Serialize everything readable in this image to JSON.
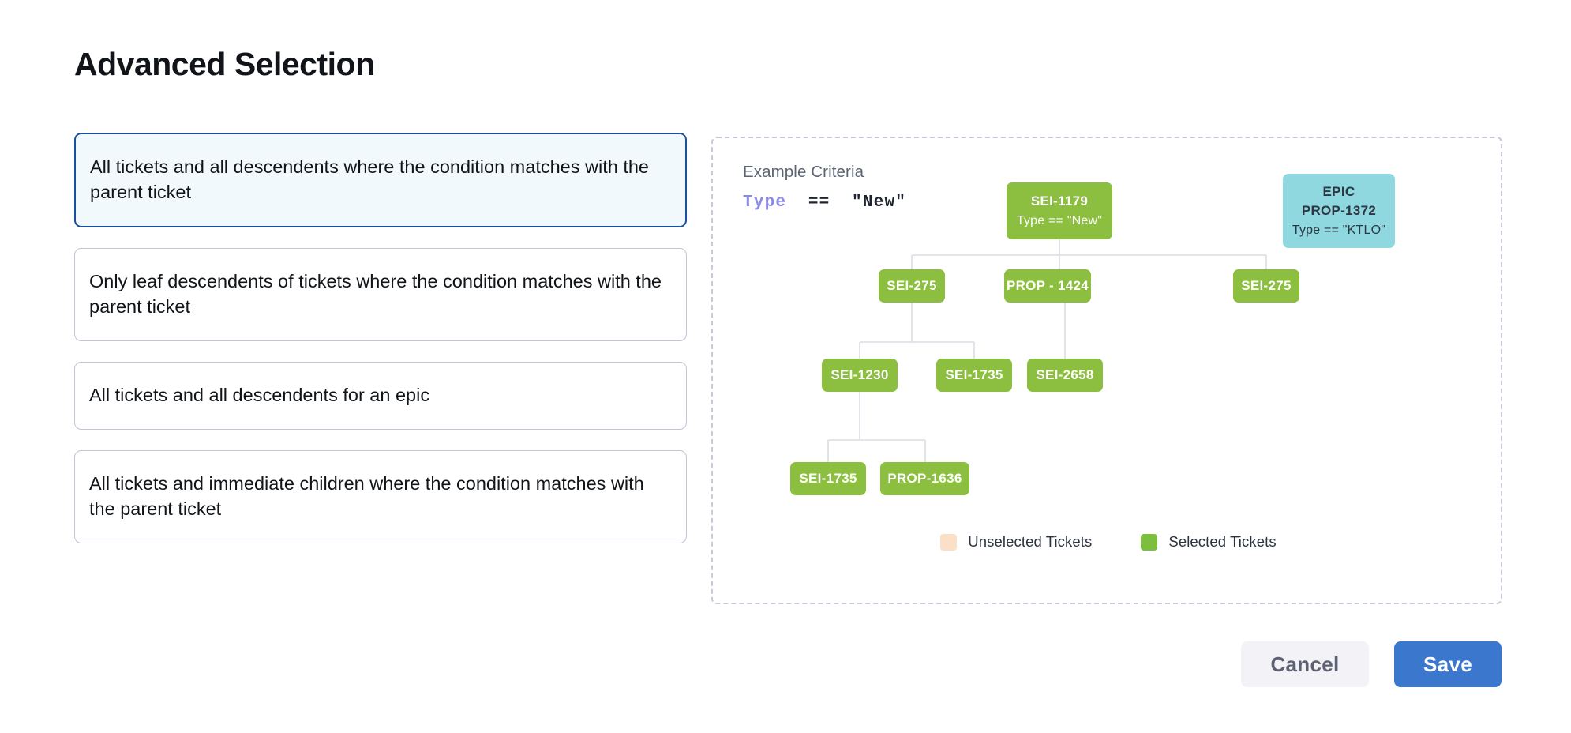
{
  "page_title": "Advanced Selection",
  "options": [
    {
      "label": "All tickets and all descendents where the condition matches with the parent ticket",
      "selected": true
    },
    {
      "label": "Only leaf descendents of tickets where the condition matches with the parent ticket",
      "selected": false
    },
    {
      "label": "All tickets and all descendents for an epic",
      "selected": false
    },
    {
      "label": "All tickets and immediate children where the condition matches with the parent ticket",
      "selected": false
    }
  ],
  "diagram": {
    "criteria_title": "Example Criteria",
    "criteria": {
      "field": "Type",
      "operator": "==",
      "value": "\"New\""
    },
    "nodes": {
      "root": {
        "id": "SEI-1179",
        "condition": "Type == \"New\""
      },
      "epic": {
        "kind": "EPIC",
        "id": "PROP-1372",
        "condition": "Type == \"KTLO\""
      },
      "r2a": {
        "id": "SEI-275"
      },
      "r2b": {
        "id": "PROP - 1424"
      },
      "r2c": {
        "id": "SEI-275"
      },
      "r3a": {
        "id": "SEI-1230"
      },
      "r3b": {
        "id": "SEI-1735"
      },
      "r3c": {
        "id": "SEI-2658"
      },
      "r4a": {
        "id": "SEI-1735"
      },
      "r4b": {
        "id": "PROP-1636"
      }
    },
    "legend": [
      {
        "label": "Unselected Tickets",
        "color": "#fbdfc6"
      },
      {
        "label": "Selected Tickets",
        "color": "#7cbf3f"
      }
    ]
  },
  "footer": {
    "cancel_label": "Cancel",
    "save_label": "Save"
  },
  "colors": {
    "selected_node": "#8cbe40",
    "epic_node": "#8fd8e0",
    "accent_blue": "#3b77cc",
    "selected_card_border": "#1b4e9b",
    "selected_card_bg": "#f1f9fc"
  }
}
